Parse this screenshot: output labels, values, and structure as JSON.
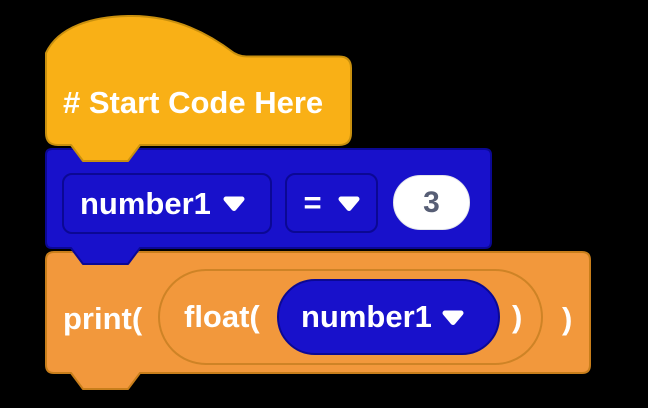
{
  "workspace": {
    "background": "#000000"
  },
  "colors": {
    "start_block_fill": "#F9B016",
    "start_block_border": "#C9900E",
    "variable_block_fill": "#1811CB",
    "variable_block_border": "#0B0894",
    "print_block_fill": "#F2983C",
    "print_block_border": "#C87E1B",
    "label_text": "#FFFFFF",
    "value_text": "#575E75",
    "value_fill": "#FFFFFF"
  },
  "blocks": {
    "start": {
      "label": "# Start Code Here"
    },
    "assign": {
      "variable_dropdown": {
        "value": "number1"
      },
      "operator_dropdown": {
        "value": "="
      },
      "value_input": {
        "value": "3"
      }
    },
    "print": {
      "label": "print(",
      "float_label": "float(",
      "variable_dropdown": {
        "value": "number1"
      },
      "inner_close_paren": ")",
      "outer_close_paren": ")"
    }
  }
}
